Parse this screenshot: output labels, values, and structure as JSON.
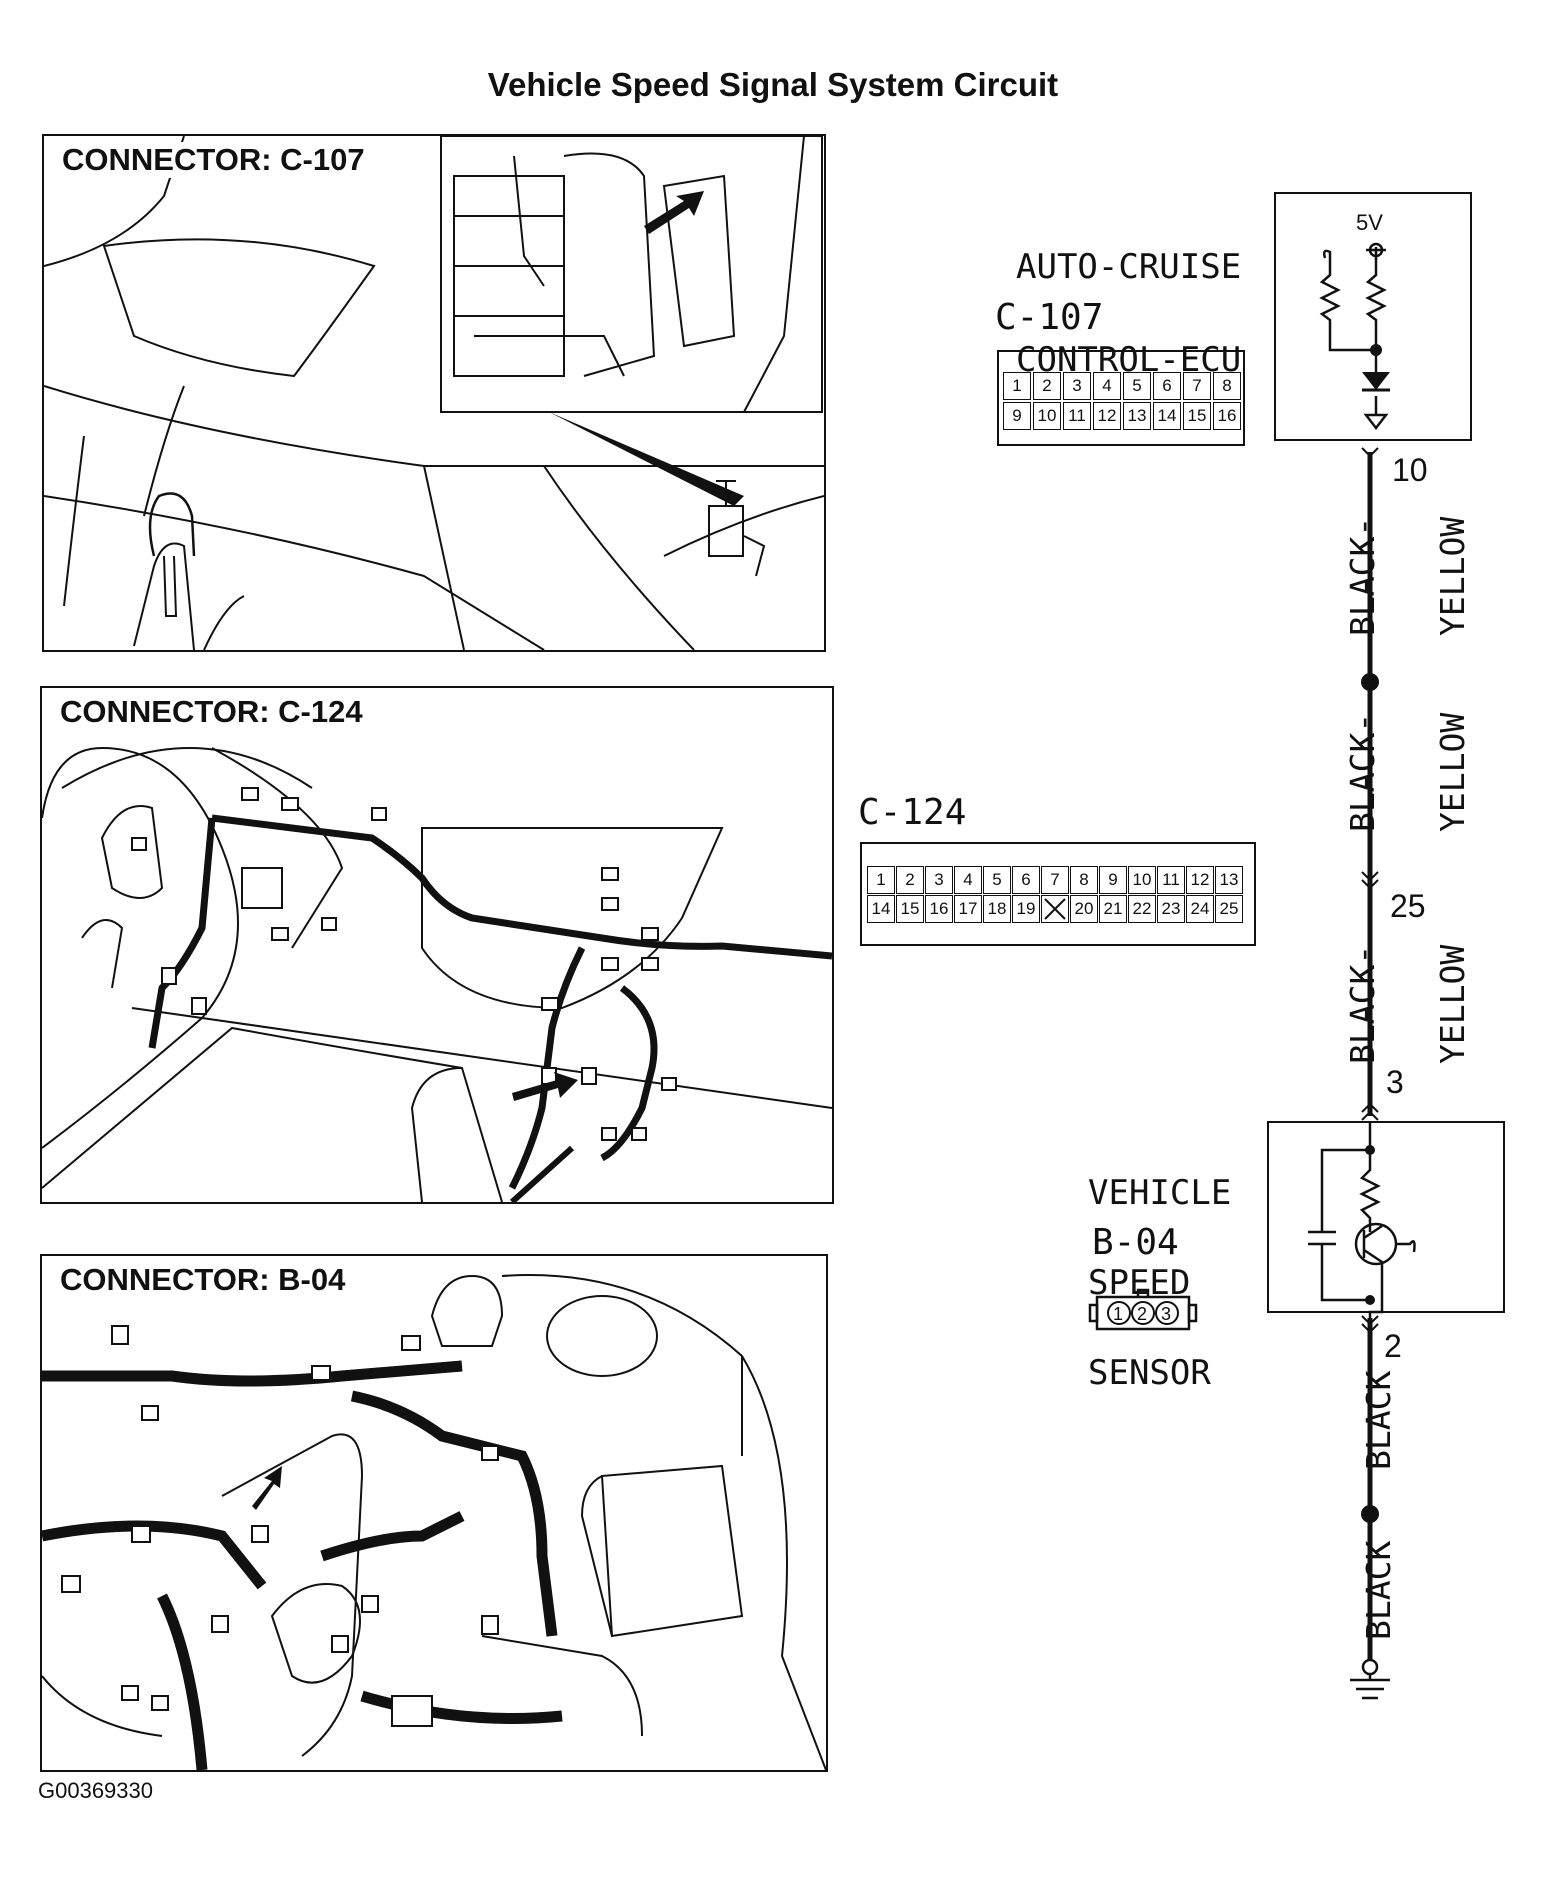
{
  "title": "Vehicle Speed Signal System Circuit",
  "panels": {
    "c107": {
      "label": "CONNECTOR: C-107"
    },
    "c124": {
      "label": "CONNECTOR: C-124"
    },
    "b04": {
      "label": "CONNECTOR: B-04"
    }
  },
  "ecu": {
    "name_line1": "AUTO-CRUISE",
    "name_line2": "CONTROL-ECU",
    "voltage": "5V"
  },
  "connectors": {
    "c107": {
      "id": "C-107",
      "row1": [
        "1",
        "2",
        "3",
        "4",
        "5",
        "6",
        "7",
        "8"
      ],
      "row2": [
        "9",
        "10",
        "11",
        "12",
        "13",
        "14",
        "15",
        "16"
      ]
    },
    "c124": {
      "id": "C-124",
      "row1": [
        "1",
        "2",
        "3",
        "4",
        "5",
        "6",
        "7",
        "8",
        "9",
        "10",
        "11",
        "12",
        "13"
      ],
      "row2": [
        "14",
        "15",
        "16",
        "17",
        "18",
        "19",
        "",
        "20",
        "21",
        "22",
        "23",
        "24",
        "25"
      ]
    },
    "b04": {
      "id": "B-04",
      "pins": [
        "1",
        "2",
        "3"
      ]
    }
  },
  "sensor": {
    "name_line1": "VEHICLE",
    "name_line2": "SPEED",
    "name_line3": "SENSOR"
  },
  "wires": {
    "seg1": {
      "color_l1": "BLACK-",
      "color_l2": "YELLOW"
    },
    "seg2": {
      "color_l1": "BLACK-",
      "color_l2": "YELLOW"
    },
    "seg3": {
      "color_l1": "BLACK-",
      "color_l2": "YELLOW"
    },
    "seg4": {
      "color_l1": "BLACK"
    },
    "seg5": {
      "color_l1": "BLACK"
    }
  },
  "pins": {
    "ecu_pin": "10",
    "c124_pin": "25",
    "sensor_in": "3",
    "sensor_out": "2"
  },
  "footer": "G00369330"
}
